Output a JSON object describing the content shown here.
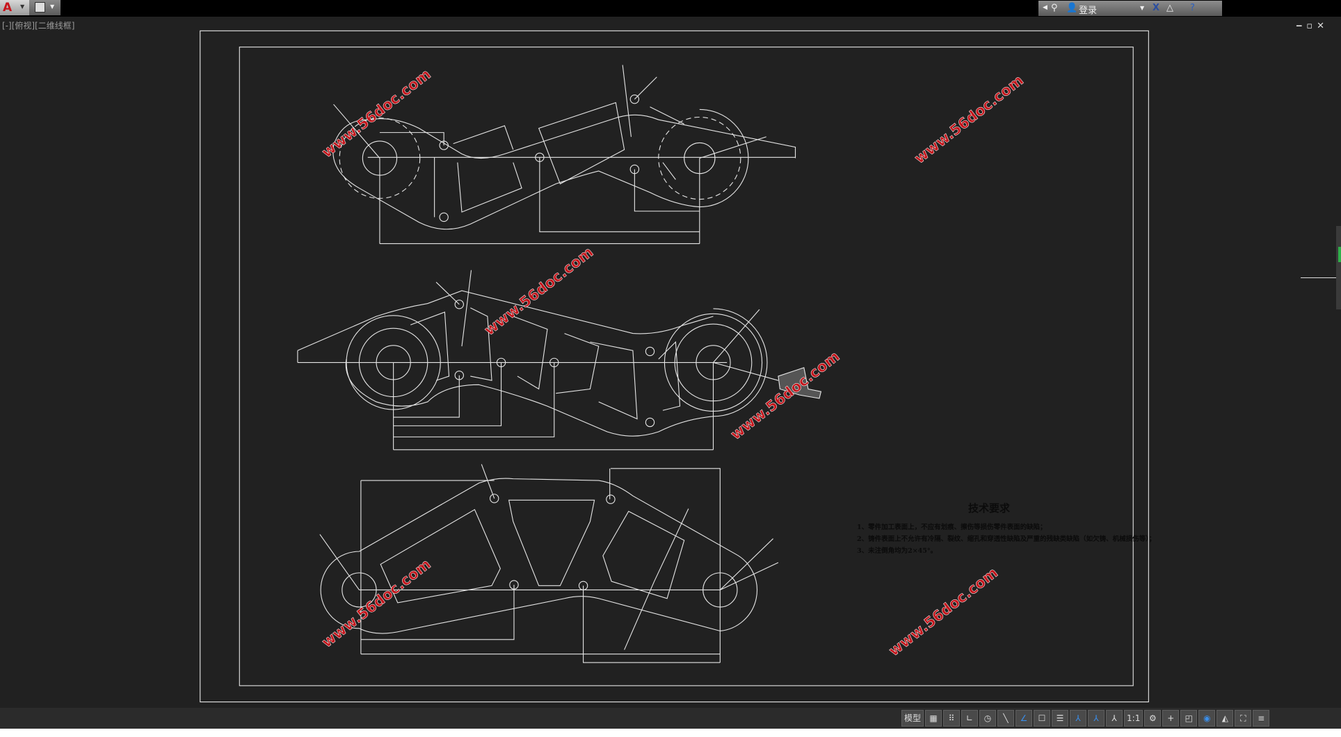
{
  "app": {
    "menu_icon": "autocad-logo-icon",
    "quick_access": "save-icon"
  },
  "infocenter": {
    "login_label": "登录",
    "icons": [
      "binoculars-icon",
      "user-icon",
      "exchange-icon",
      "a360-icon",
      "help-icon"
    ]
  },
  "viewport": {
    "label": "[-][俯视][二维线框]"
  },
  "window_controls": {
    "minimize": "‒",
    "restore": "▫",
    "close": "✕"
  },
  "watermark": "www.56doc.com",
  "tech_requirements": {
    "title": "技术要求",
    "items": [
      "1、零件加工表面上，不应有划痕、擦伤等损伤零件表面的缺陷；",
      "2、铸件表面上不允许有冷隔、裂纹、缩孔和穿透性缺陷及严重的残缺类缺陷（如欠铸、机械损伤等）；",
      "3、未注倒角均为2×45°。"
    ]
  },
  "statusbar": {
    "model": "模型",
    "grid": "▦",
    "snap": "⠿",
    "ortho": "∟",
    "polar": "◷",
    "osnap_track": "╲",
    "dynamic": "∠",
    "lineweight": "☐",
    "props": "☰",
    "annot1": "⅄",
    "annot2": "⅄",
    "annot3": "⅄",
    "scale": "1:1",
    "workspace": "⚙",
    "plus": "+",
    "isolate": "◰",
    "hardware": "◉",
    "graphics": "◭",
    "clean": "⛶",
    "customize": "≡"
  },
  "colors": {
    "canvas": "#212121",
    "line": "#e6e6e6",
    "watermark": "#c4161c",
    "accent": "#3a8eea"
  }
}
